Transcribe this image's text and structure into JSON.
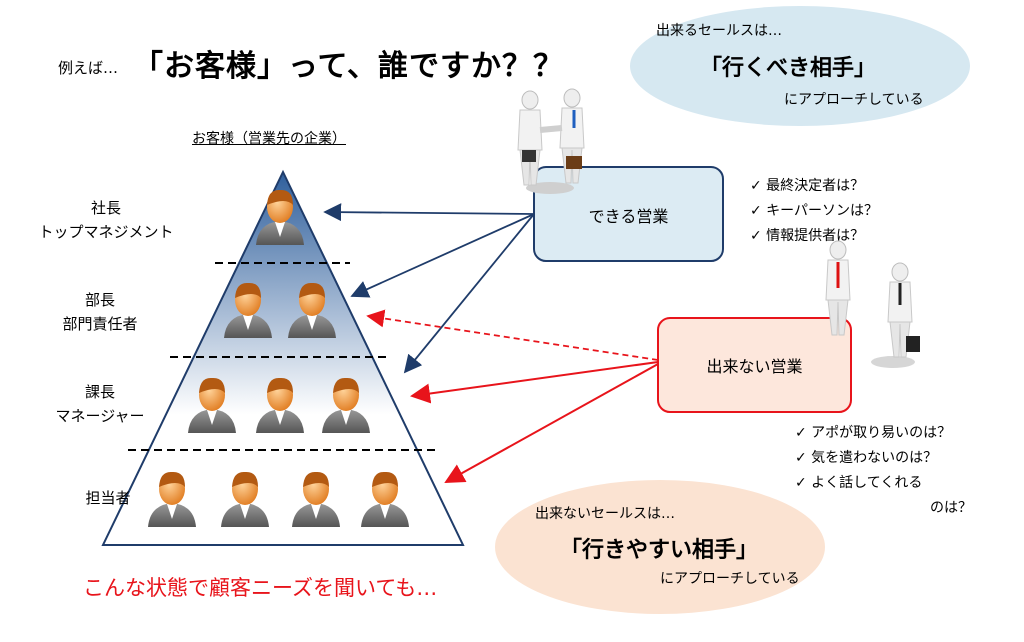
{
  "title": {
    "prefix": "例えば…",
    "main": "「お客様」って、誰ですか？？"
  },
  "pyramid": {
    "caption": "お客様（営業先の企業）",
    "levels": [
      {
        "line1": "社長",
        "line2": "トップマネジメント",
        "people": 1
      },
      {
        "line1": "部長",
        "line2": "部門責任者",
        "people": 2
      },
      {
        "line1": "課長",
        "line2": "マネージャー",
        "people": 3
      },
      {
        "line1": "担当者",
        "line2": "",
        "people": 4
      }
    ]
  },
  "good_bubble": {
    "line1": "出来るセールスは…",
    "line2": "「行くべき相手」",
    "line3": "にアプローチしている",
    "color": "#d6e8f1"
  },
  "bad_bubble": {
    "line1": "出来ないセールスは…",
    "line2": "「行きやすい相手」",
    "line3": "にアプローチしている",
    "color": "#fbe3d2"
  },
  "good_box": {
    "label": "できる営業",
    "fill": "#dcebf3",
    "stroke": "#1f3c6a"
  },
  "bad_box": {
    "label": "出来ない営業",
    "fill": "#fde7dc",
    "stroke": "#e8141b"
  },
  "good_checks": [
    "✓ 最終決定者は？",
    "✓ キーパーソンは？",
    "✓ 情報提供者は？"
  ],
  "bad_checks": [
    "✓ アポが取り易いのは？",
    "✓ 気を遣わないのは？",
    "✓ よく話してくれる",
    "のは？"
  ],
  "footer": "こんな状態で顧客ニーズを聞いても…",
  "colors": {
    "pyramid_top": "#2f5f9c",
    "pyramid_bottom": "#ffffff",
    "arrow_good": "#1f3c6a",
    "arrow_bad": "#e8141b"
  }
}
